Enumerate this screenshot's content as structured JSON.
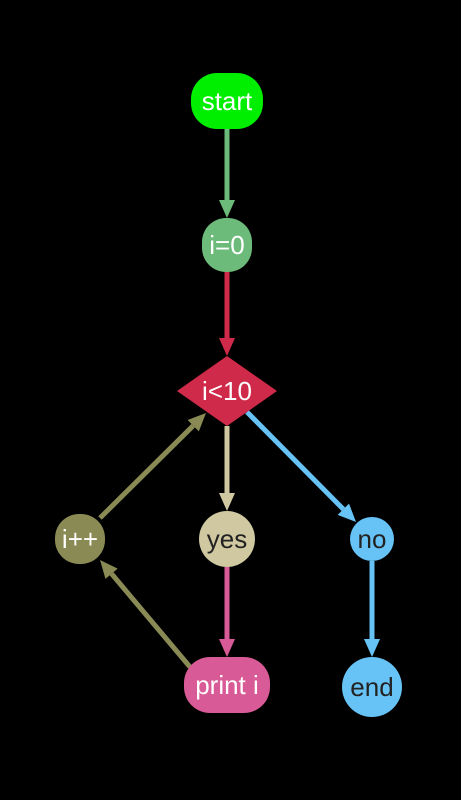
{
  "diagram": {
    "background": "#000000",
    "nodes": {
      "start": {
        "label": "start",
        "shape": "rounded-rect",
        "fill": "#00ee00",
        "text_color": "#ffffff"
      },
      "init": {
        "label": "i=0",
        "shape": "rounded-rect",
        "fill": "#6dbb7a",
        "text_color": "#ffffff"
      },
      "cond": {
        "label": "i<10",
        "shape": "diamond",
        "fill": "#d02a4a",
        "text_color": "#ffffff"
      },
      "inc": {
        "label": "i++",
        "shape": "rounded-rect",
        "fill": "#8a8a55",
        "text_color": "#ffffff"
      },
      "yes": {
        "label": "yes",
        "shape": "circle",
        "fill": "#cfc8a0",
        "text_color": "#222222"
      },
      "no": {
        "label": "no",
        "shape": "circle",
        "fill": "#67c3f5",
        "text_color": "#222222"
      },
      "print": {
        "label": "print i",
        "shape": "rounded-rect",
        "fill": "#d85a96",
        "text_color": "#ffffff"
      },
      "end": {
        "label": "end",
        "shape": "circle",
        "fill": "#67c3f5",
        "text_color": "#222222"
      }
    },
    "edges": [
      {
        "from": "start",
        "to": "init",
        "color": "#6dbb7a"
      },
      {
        "from": "init",
        "to": "cond",
        "color": "#d02a4a"
      },
      {
        "from": "cond",
        "to": "yes",
        "color": "#cfc8a0"
      },
      {
        "from": "cond",
        "to": "no",
        "color": "#67c3f5"
      },
      {
        "from": "yes",
        "to": "print",
        "color": "#d85a96"
      },
      {
        "from": "print",
        "to": "inc",
        "color": "#8a8a55"
      },
      {
        "from": "inc",
        "to": "cond",
        "color": "#8a8a55"
      },
      {
        "from": "no",
        "to": "end",
        "color": "#67c3f5"
      }
    ]
  }
}
